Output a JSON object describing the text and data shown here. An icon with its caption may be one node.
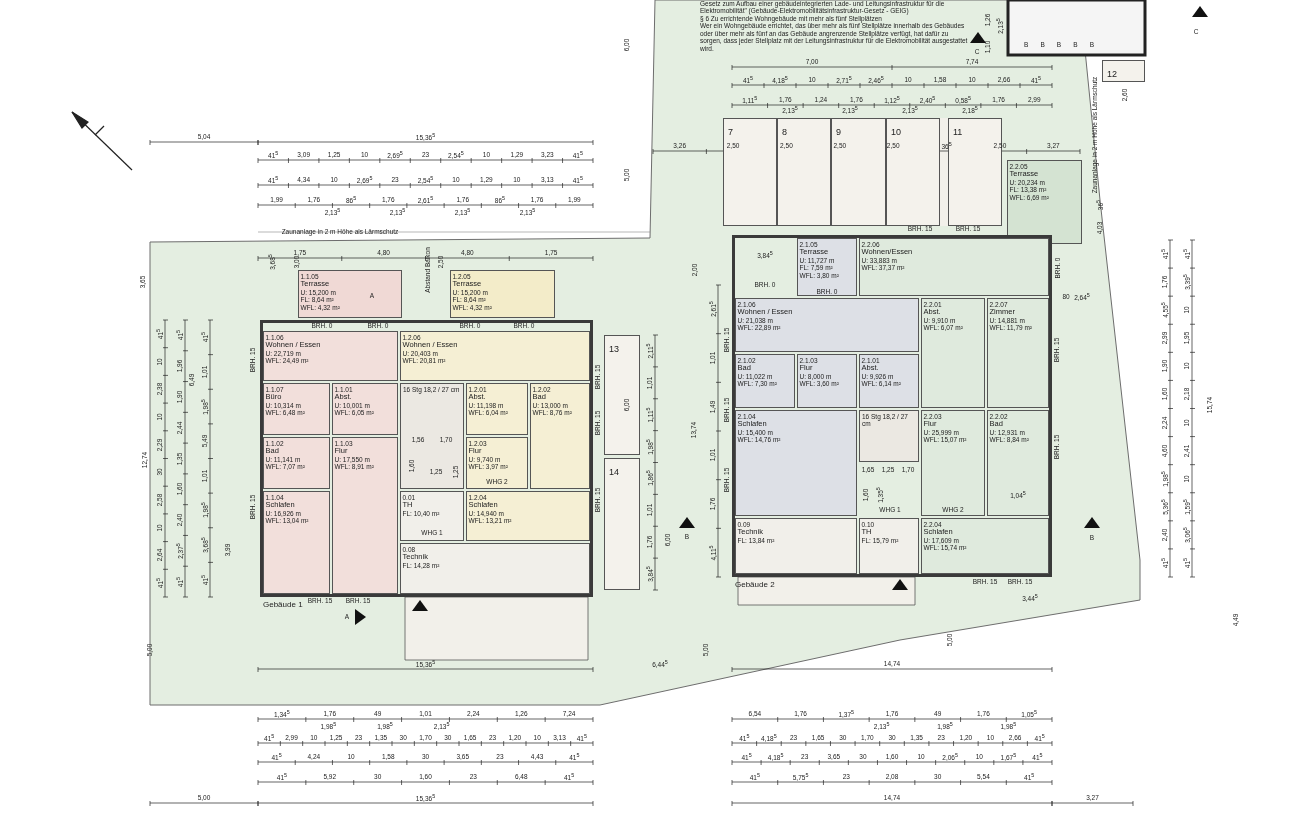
{
  "diagram": {
    "nodes": [
      {
        "text": [
          "7"
        ]
      },
      {
        "text": [
          "8"
        ]
      },
      {
        "text": [
          "9"
        ]
      },
      {
        "text": [
          "10"
        ]
      },
      {
        "text": [
          "11"
        ]
      },
      {
        "text": [
          "12"
        ]
      },
      {
        "text": [
          "2.2.05",
          "Terrasse",
          "U: 20,234 m",
          "FL: 13,38 m²",
          "WFL: 6,69 m²"
        ]
      },
      {
        "text": [
          "1.1.05",
          "Terrasse",
          "U: 15,200 m",
          "FL: 8,64 m²",
          "WFL: 4,32 m²"
        ]
      },
      {
        "text": [
          "1.2.05",
          "Terrasse",
          "U: 15,200 m",
          "FL: 8,64 m²",
          "WFL: 4,32 m²"
        ]
      },
      {
        "text": [
          "Gebäude 1"
        ]
      },
      {
        "text": [
          "1.1.06",
          "Wohnen / Essen",
          "U: 22,719 m",
          "WFL: 24,49 m²"
        ],
        "in": 9
      },
      {
        "text": [
          "1.2.06",
          "Wohnen / Essen",
          "U: 20,403 m",
          "WFL: 20,81 m²"
        ],
        "in": 9
      },
      {
        "text": [
          "1.1.01",
          "Abst.",
          "U: 10,001 m",
          "WFL: 6,05 m²"
        ],
        "in": 9
      },
      {
        "text": [
          "1.2.01",
          "Abst.",
          "U: 11,198 m",
          "WFL: 6,04 m²"
        ],
        "in": 9
      },
      {
        "text": [
          "1.1.07",
          "Büro",
          "U: 10,314 m",
          "WFL: 6,48 m²"
        ],
        "in": 9
      },
      {
        "text": [
          "1.2.03",
          "Flur",
          "U: 9,740 m",
          "WFL: 3,97 m²"
        ],
        "in": 9
      },
      {
        "text": [
          "16 Stg 18,2 / 27 cm"
        ],
        "in": 9
      },
      {
        "text": [
          "1.2.02",
          "Bad",
          "U: 13,000 m",
          "WFL: 8,76 m²"
        ],
        "in": 9
      },
      {
        "text": [
          "1.1.03",
          "Flur",
          "U: 17,550 m",
          "WFL: 8,91 m²"
        ],
        "in": 9
      },
      {
        "text": [
          "1.1.02",
          "Bad",
          "U: 11,141 m",
          "WFL: 7,07 m²"
        ],
        "in": 9
      },
      {
        "text": [
          "0.01",
          "TH",
          "FL: 10,40 m²"
        ],
        "in": 9
      },
      {
        "text": [
          "1.2.04",
          "Schlafen",
          "U: 14,940 m",
          "WFL: 13,21 m²"
        ],
        "in": 9
      },
      {
        "text": [
          "1.1.04",
          "Schlafen",
          "U: 16,926 m",
          "WFL: 13,04 m²"
        ],
        "in": 9
      },
      {
        "text": [
          "0.08",
          "Technik",
          "FL: 14,28 m²"
        ],
        "in": 9
      },
      {
        "text": [
          "13"
        ]
      },
      {
        "text": [
          "14"
        ]
      },
      {
        "text": [
          "Gebäude 2"
        ]
      },
      {
        "text": [
          "2.1.05",
          "Terrasse",
          "U: 11,727 m",
          "FL: 7,59 m²",
          "WFL: 3,80 m²"
        ],
        "in": 26
      },
      {
        "text": [
          "2.2.06",
          "Wohnen/Essen",
          "U: 33,883 m",
          "WFL: 37,37 m²"
        ],
        "in": 26
      },
      {
        "text": [
          "2.1.06",
          "Wohnen / Essen",
          "U: 21,038 m",
          "WFL: 22,89 m²"
        ],
        "in": 26
      },
      {
        "text": [
          "2.2.07",
          "Zimmer",
          "U: 14,881 m",
          "WFL: 11,79 m²"
        ],
        "in": 26
      },
      {
        "text": [
          "2.1.01",
          "Abst.",
          "U: 9,926 m",
          "WFL: 6,14 m²"
        ],
        "in": 26
      },
      {
        "text": [
          "2.2.01",
          "Abst.",
          "U: 9,910 m",
          "WFL: 6,07 m²"
        ],
        "in": 26
      },
      {
        "text": [
          "2.1.02",
          "Bad",
          "U: 11,022 m",
          "WFL: 7,30 m²"
        ],
        "in": 26
      },
      {
        "text": [
          "2.1.03",
          "Flur",
          "U: 8,000 m",
          "WFL: 3,60 m²"
        ],
        "in": 26
      },
      {
        "text": [
          "16 Stg 18,2 / 27 cm"
        ],
        "in": 26
      },
      {
        "text": [
          "2.2.03",
          "Flur",
          "U: 25,999 m",
          "WFL: 15,07 m²"
        ],
        "in": 26
      },
      {
        "text": [
          "2.2.02",
          "Bad",
          "U: 12,931 m",
          "WFL: 8,84 m²"
        ],
        "in": 26
      },
      {
        "text": [
          "2.1.04",
          "Schlafen",
          "U: 15,400 m",
          "WFL: 14,76 m²"
        ],
        "in": 26
      },
      {
        "text": [
          "0.10",
          "TH",
          "FL: 15,79 m²"
        ],
        "in": 26
      },
      {
        "text": [
          "0.09",
          "Technik",
          "FL: 13,84 m²"
        ],
        "in": 26
      },
      {
        "text": [
          "2.2.04",
          "Schlafen",
          "U: 17,609 m",
          "WFL: 15,74 m²"
        ],
        "in": 26
      }
    ],
    "labels": [
      "5,04",
      "15,36$^{5}$",
      "41$^{5}$",
      "3,09",
      "1,25",
      "10",
      "2,69$^{5}$",
      "23",
      "2,54$^{5}$",
      "10",
      "1,29",
      "3,23",
      "41$^{5}$",
      "41$^{5}$",
      "4,34",
      "10",
      "2,69$^{5}$",
      "23",
      "2,54$^{5}$",
      "10",
      "1,29",
      "10",
      "3,13",
      "41$^{5}$",
      "1,99",
      "1,76",
      "86$^{5}$",
      "1,76",
      "2,61$^{5}$",
      "1,76",
      "86$^{5}$",
      "1,76",
      "1,99",
      "2,13$^{5}$",
      "2,13$^{5}$",
      "2,13$^{5}$",
      "2,13$^{5}$",
      "Zaunanlage in 2 m Höhe als Lärmschutz",
      "1,75",
      "4,80",
      "4,80",
      "1,75",
      "3,65",
      "3,68$^{5}$",
      "3,00",
      "Abstand Balkon",
      "2,50",
      "A",
      "Gesetz zum Aufbau einer gebäudeintegrierten Lade- und Leitungsinfrastruktur für die Elektromobilität\" (Gebäude-Elektromobilitätsinfrastruktur-Gesetz - GEIG)",
      "§ 6 Zu errichtende Wohngebäude mit mehr als fünf Stellplätzen",
      "Wer ein Wohngebäude errichtet, das über mehr als fünf Stellplätze innerhalb des Gebäudes oder über mehr als fünf an das Gebäude angrenzende Stellplätze verfügt, hat dafür zu sorgen, dass jeder Stellplatz mit der Leitungsinfrastruktur für die Elektromobilität ausgestattet wird.",
      "C",
      "C",
      "1,26",
      "2,13$^{5}$",
      "1,10",
      "7,00",
      "7,74",
      "41$^{5}$",
      "4,18$^{5}$",
      "10",
      "2,71$^{5}$",
      "2,46$^{5}$",
      "10",
      "1,58",
      "10",
      "2,66",
      "41$^{5}$",
      "1,11$^{5}$",
      "1,76",
      "1,24",
      "1,76",
      "1,12$^{5}$",
      "2,40$^{5}$",
      "0,58$^{5}$",
      "1,76",
      "2,99",
      "2,13$^{5}$",
      "2,13$^{5}$",
      "2,13$^{5}$",
      "2,18$^{5}$",
      "B",
      "B",
      "B",
      "B",
      "B",
      "2,60",
      "6,00",
      "5,00",
      "3,26",
      "2,50",
      "2,50",
      "2,50",
      "2,50",
      "36$^{5}$",
      "2,50",
      "3,27",
      "Zaunanlage in 2 m Höhe als Lärmschutz",
      "36$^{5}$",
      "4,03",
      "2,64$^{5}$",
      "80",
      "41$^{5}$",
      "1,76",
      "4,55$^{5}$",
      "2,99",
      "1,90",
      "1,60",
      "2,24",
      "4,60",
      "1,98$^{5}$",
      "5,36$^{5}$",
      "2,40",
      "41$^{5}$",
      "41$^{5}$",
      "3,39$^{5}$",
      "10",
      "1,95",
      "10",
      "2,18",
      "10",
      "2,41",
      "10",
      "1,59$^{5}$",
      "3,06$^{5}$",
      "41$^{5}$",
      "15,74",
      "4,49",
      "12,74",
      "41$^{5}$",
      "10",
      "2,38",
      "10",
      "2,29",
      "30",
      "2,58",
      "10",
      "2,64",
      "41$^{5}$",
      "41$^{5}$",
      "1,96",
      "1,90",
      "2,44",
      "1,35",
      "1,60",
      "2,40",
      "2,37$^{5}$",
      "41$^{5}$",
      "41$^{5}$",
      "1,01",
      "1,98$^{5}$",
      "5,49",
      "1,01",
      "1,98$^{5}$",
      "3,68$^{5}$",
      "41$^{5}$",
      "6,49",
      "3,99",
      "2,11$^{5}$",
      "1,01",
      "1,11$^{5}$",
      "1,98$^{5}$",
      "1,86$^{5}$",
      "1,01",
      "1,76",
      "3,84$^{5}$",
      "6,00",
      "6,00",
      "2,00",
      "2,61$^{5}$",
      "1,01",
      "1,49",
      "1,01",
      "1,76",
      "4,11$^{5}$",
      "13,74",
      "3,84$^{5}$",
      "1,56",
      "1,70",
      "1,60",
      "1,25",
      "1,25",
      "WHG 1",
      "WHG 2",
      "BRH. 0",
      "BRH. 0",
      "BRH. 0",
      "BRH. 0",
      "BRH. 15",
      "BRH. 15",
      "BRH. 15",
      "BRH. 15",
      "BRH. 15",
      "BRH. 15",
      "BRH. 15",
      "A",
      "1,65",
      "1,25",
      "1,70",
      "1,60",
      "1,35$^{5}$",
      "1,04$^{5}$",
      "WHG 1",
      "WHG 2",
      "BRH. 0",
      "BRH. 0",
      "BRH. 15",
      "BRH. 15",
      "BRH. 0",
      "BRH. 15",
      "BRH. 15",
      "BRH. 15",
      "BRH. 15",
      "BRH. 15",
      "BRH. 15",
      "BRH. 15",
      "B",
      "B",
      "3,44$^{5}$",
      "5,00",
      "5,00",
      "5,00",
      "15,36$^{5}$",
      "6,44$^{5}$",
      "14,74",
      "1,34$^{5}$",
      "1,76",
      "49",
      "1,01",
      "2,24",
      "1,26",
      "7,24",
      "1,98$^{5}$",
      "1,98$^{5}$",
      "2,13$^{5}$",
      "41$^{5}$",
      "2,99",
      "10",
      "1,25",
      "23",
      "1,35",
      "30",
      "1,70",
      "30",
      "1,65",
      "23",
      "1,20",
      "10",
      "3,13",
      "41$^{5}$",
      "41$^{5}$",
      "4,24",
      "10",
      "1,58",
      "30",
      "3,65",
      "23",
      "4,43",
      "41$^{5}$",
      "41$^{5}$",
      "5,92",
      "30",
      "1,60",
      "23",
      "6,48",
      "41$^{5}$",
      "5,00",
      "15,36$^{5}$",
      "6,54",
      "1,76",
      "1,37$^{5}$",
      "1,76",
      "49",
      "1,76",
      "1,05$^{5}$",
      "2,13$^{5}$",
      "1,98$^{5}$",
      "1,98$^{5}$",
      "41$^{5}$",
      "4,18$^{5}$",
      "23",
      "1,65",
      "30",
      "1,70",
      "30",
      "1,35",
      "23",
      "1,20",
      "10",
      "2,66",
      "41$^{5}$",
      "41$^{5}$",
      "4,18$^{5}$",
      "23",
      "3,65",
      "30",
      "1,60",
      "10",
      "2,06$^{5}$",
      "10",
      "1,67$^{5}$",
      "41$^{5}$",
      "41$^{5}$",
      "5,75$^{5}$",
      "23",
      "2,08",
      "30",
      "5,54",
      "41$^{5}$",
      "14,74",
      "3,27"
    ]
  }
}
